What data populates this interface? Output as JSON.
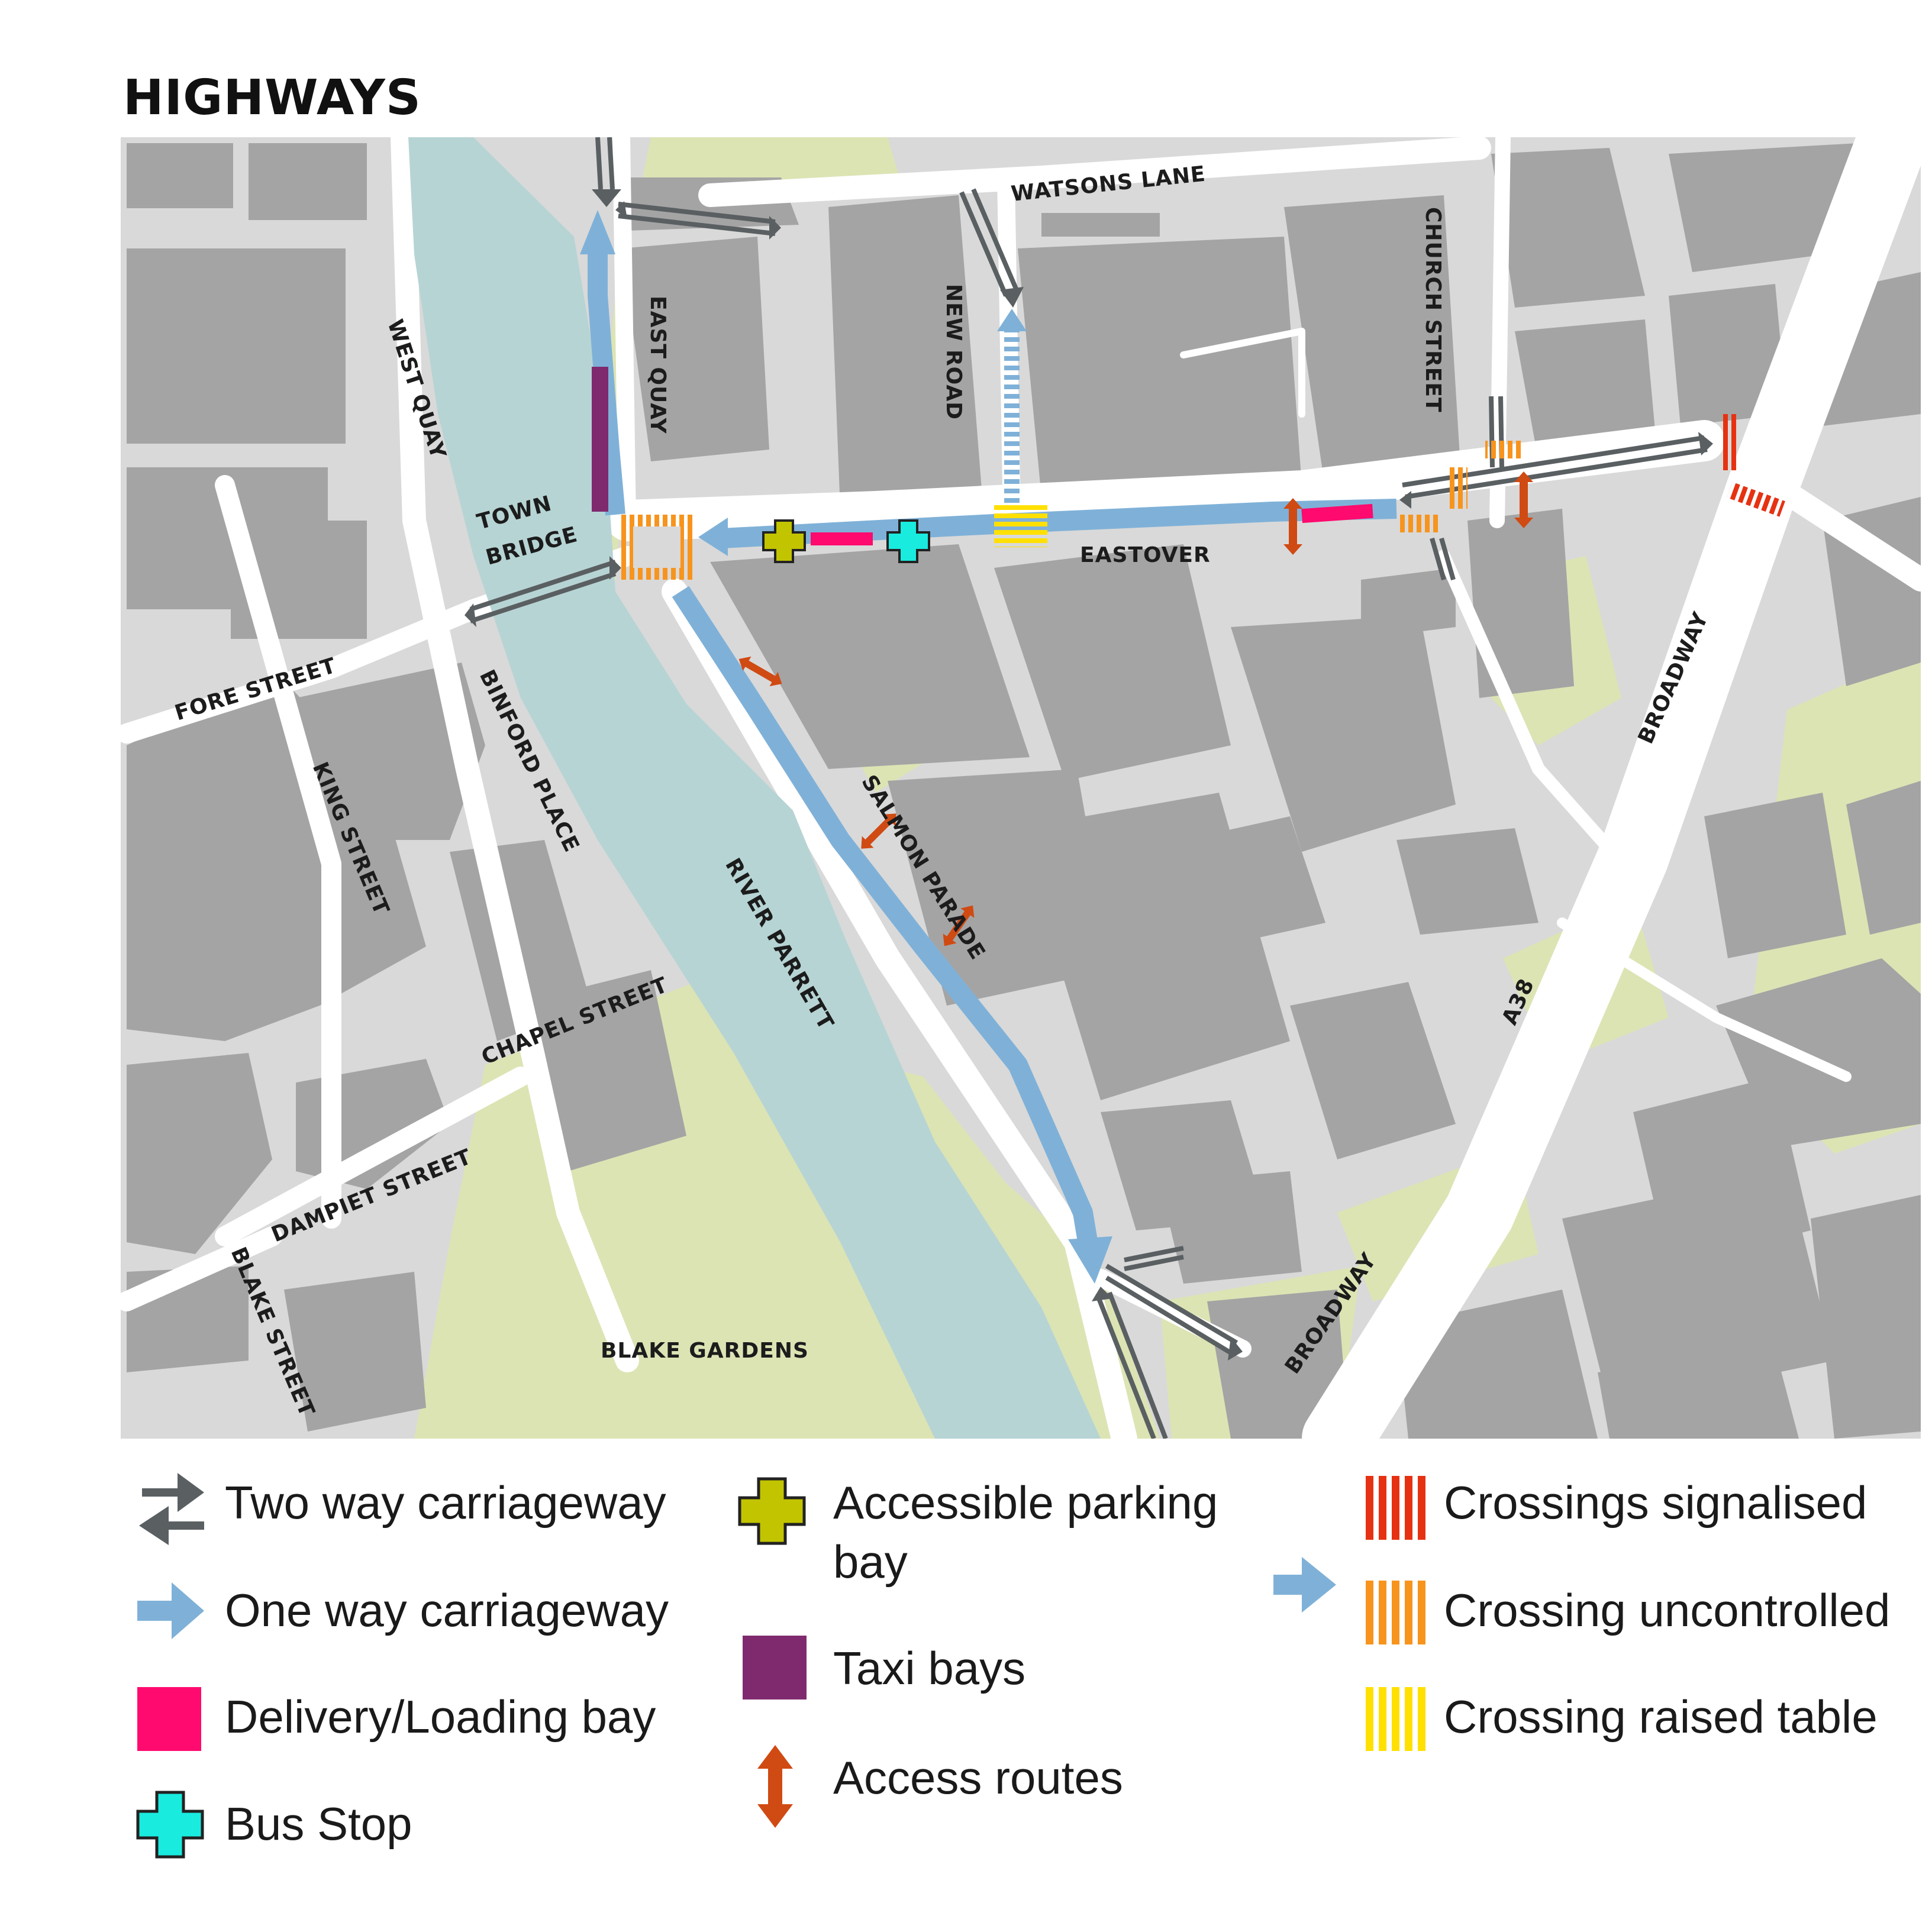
{
  "title": "HIGHWAYS",
  "map": {
    "labels": {
      "watsons_lane": "WATSONS LANE",
      "new_road": "NEW ROAD",
      "east_quay": "EAST  QUAY",
      "church_street": "CHURCH STREET",
      "west_quay": "WEST QUAY",
      "town_bridge_1": "TOWN",
      "town_bridge_2": "BRIDGE",
      "eastover": "EASTOVER",
      "fore_street": "FORE STREET",
      "binford_place": "BINFORD PLACE",
      "king_street": "KING STREET",
      "salmon_parade": "SALMON PARADE",
      "river_parrett": "RIVER PARRETT",
      "chapel_street": "CHAPEL STREET",
      "dampiet_street": "DAMPIET STREET",
      "blake_street": "BLAKE STREET",
      "blake_gardens": "BLAKE GARDENS",
      "broadway_ne": "BROADWAY",
      "broadway_s": "BROADWAY",
      "a38": "A38"
    }
  },
  "legend": {
    "two_way": "Two way carriageway",
    "one_way": "One way carriageway",
    "delivery": "Delivery/Loading bay",
    "bus_stop": "Bus Stop",
    "accessible_parking_1": "Accessible parking",
    "accessible_parking_2": "bay",
    "taxi": "Taxi bays",
    "access_routes": "Access routes",
    "crossings_signalised": "Crossings signalised",
    "crossing_uncontrolled": "Crossing uncontrolled",
    "crossing_raised": "Crossing raised table"
  },
  "colors": {
    "road_bg": "#d7d7d7",
    "building": "#a2a2a2",
    "river": "#b6d3d3",
    "park": "#dbe3b3",
    "two_way": "#5a5f62",
    "one_way": "#7fb1d8",
    "delivery": "#ff0a6e",
    "bus_stop": "#19ebdf",
    "accessible_parking": "#c2c400",
    "taxi": "#7f2a6e",
    "access": "#d04a13",
    "crossing_signalised": "#e63212",
    "crossing_uncontrolled": "#f7941d",
    "crossing_raised": "#ffe000"
  }
}
